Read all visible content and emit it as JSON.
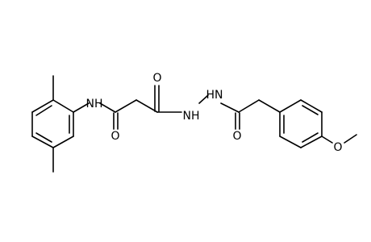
{
  "structure": {
    "atoms": {
      "nh_amide": "NH",
      "o_amide": "O",
      "o_carbonyl_top": "O",
      "nh_hydrazide_1": "NH",
      "hn_hydrazide_2": "HN",
      "o_carbonyl_bottom": "O",
      "o_methoxy": "O"
    },
    "colors": {
      "bond": "#000000",
      "label": "#000000",
      "background": "#ffffff"
    }
  }
}
